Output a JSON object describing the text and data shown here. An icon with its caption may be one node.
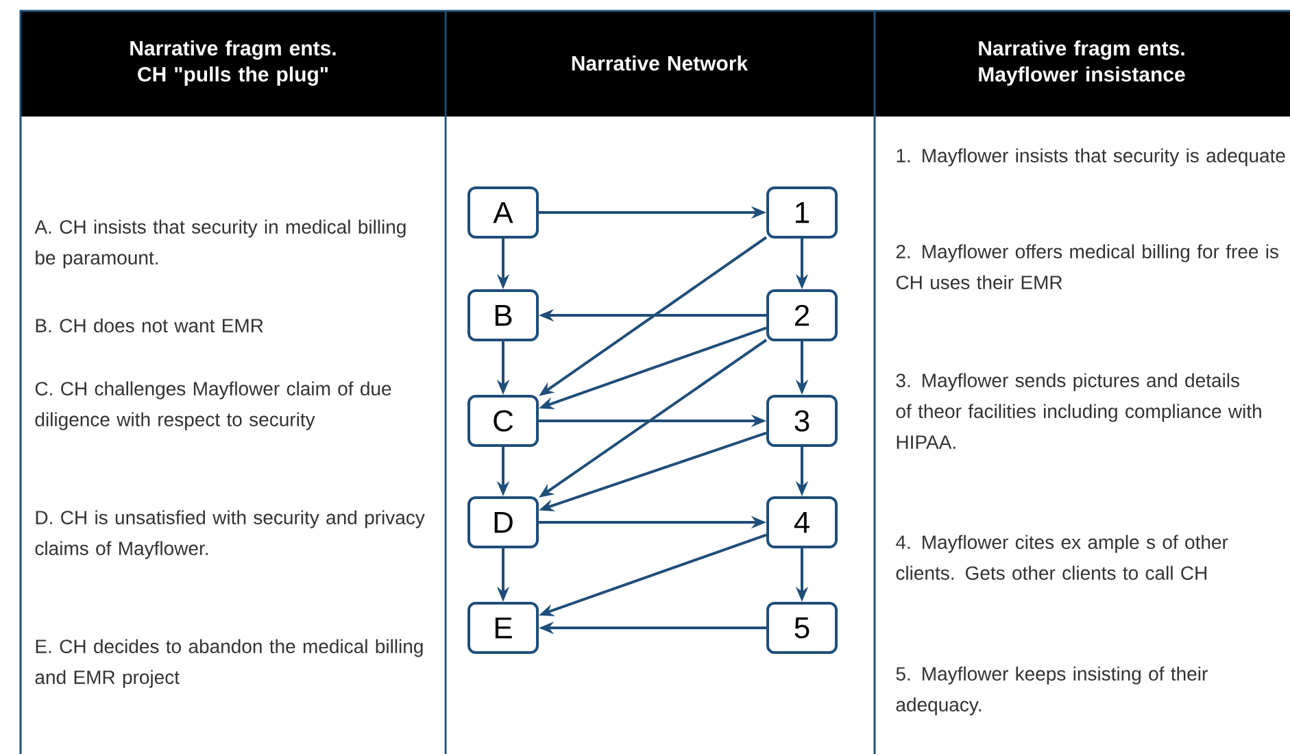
{
  "diagram": {
    "nodes": [
      {
        "text": [
          "A"
        ]
      },
      {
        "text": [
          "B"
        ]
      },
      {
        "text": [
          "C"
        ]
      },
      {
        "text": [
          "D"
        ]
      },
      {
        "text": [
          "E"
        ]
      },
      {
        "text": [
          "1"
        ]
      },
      {
        "text": [
          "2"
        ]
      },
      {
        "text": [
          "3"
        ]
      },
      {
        "text": [
          "4"
        ]
      },
      {
        "text": [
          "5"
        ]
      }
    ],
    "edges": [
      {
        "from": 0,
        "to": 5,
        "arrow": "to"
      },
      {
        "from": 0,
        "to": 1,
        "arrow": "to"
      },
      {
        "from": 1,
        "to": 2,
        "arrow": "to"
      },
      {
        "from": 2,
        "to": 3,
        "arrow": "to"
      },
      {
        "from": 3,
        "to": 4,
        "arrow": "to"
      },
      {
        "from": 5,
        "to": 6,
        "arrow": "to"
      },
      {
        "from": 6,
        "to": 7,
        "arrow": "to"
      },
      {
        "from": 7,
        "to": 8,
        "arrow": "to"
      },
      {
        "from": 8,
        "to": 9,
        "arrow": "to"
      },
      {
        "from": 5,
        "to": 2,
        "arrow": "to"
      },
      {
        "from": 6,
        "to": 1,
        "arrow": "to"
      },
      {
        "from": 6,
        "to": 2,
        "arrow": "to"
      },
      {
        "from": 6,
        "to": 3,
        "arrow": "to"
      },
      {
        "from": 2,
        "to": 7,
        "arrow": "to"
      },
      {
        "from": 7,
        "to": 3,
        "arrow": "to"
      },
      {
        "from": 3,
        "to": 8,
        "arrow": "to"
      },
      {
        "from": 8,
        "to": 4,
        "arrow": "to"
      },
      {
        "from": 9,
        "to": 4,
        "arrow": "to"
      }
    ],
    "labels": [
      "Narrative fragm ents. CH \"pulls the plug\"",
      "Narrative Network",
      "Narrative fragm ents. Mayflower insistance",
      "A. CH insists that security in medical billing be paramount.",
      "B. CH does not want EMR",
      "C. CH challenges Mayflower claim of due diligence with respect to security",
      "D. CH is unsatisfied with security and privacy claims of Mayflower.",
      "E. CH decides to abandon the medical billing and EMR project",
      "1. Mayflower insists that security is adequate",
      "2. Mayflower offers medical billing for free is CH uses their EMR",
      "3. Mayflower sends pictures and details of theor facilities including compliance with HIPAA.",
      "4. Mayflower cites ex ample s of other clients. Gets other clients to call CH",
      "5. Mayflower keeps insisting of their adequacy."
    ]
  }
}
